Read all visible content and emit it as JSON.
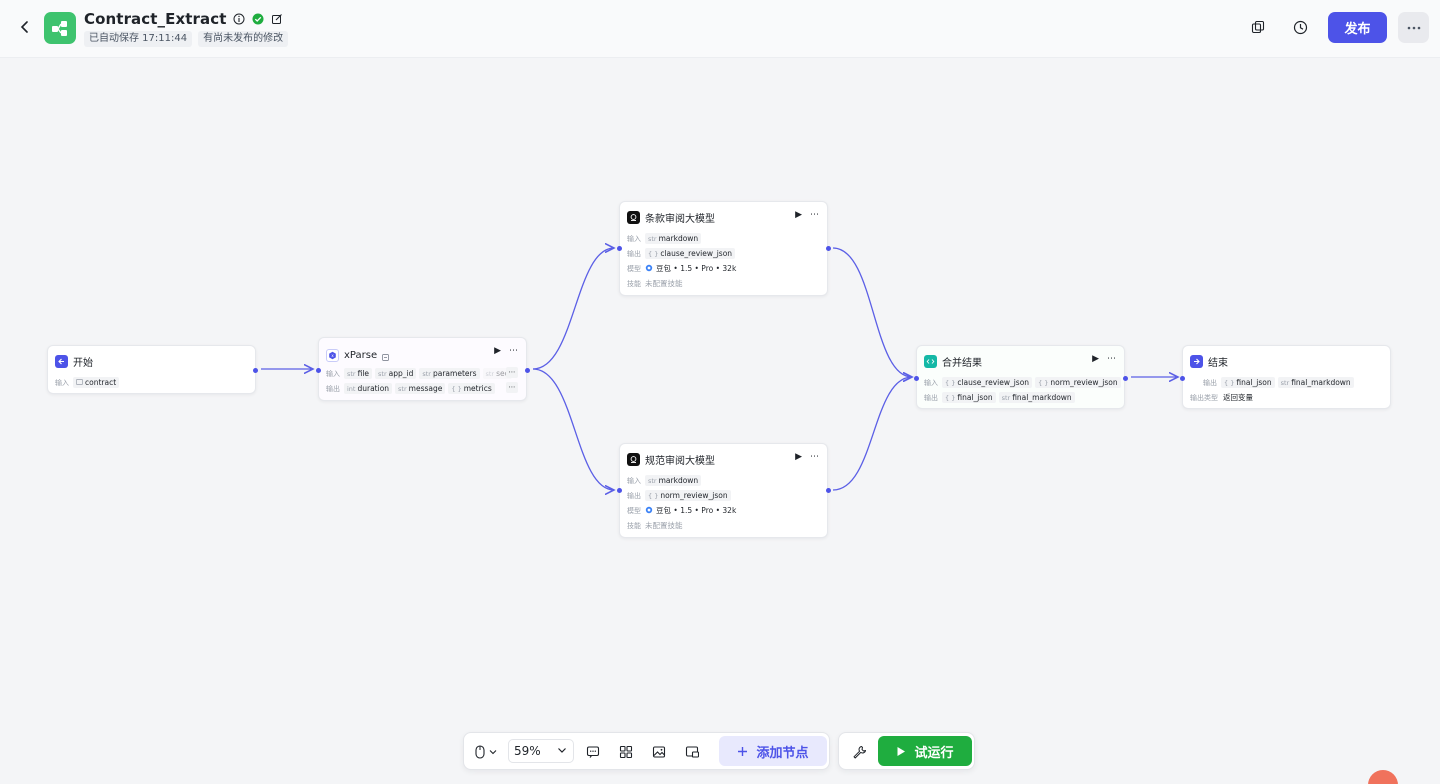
{
  "header": {
    "title": "Contract_Extract",
    "autosave": "已自动保存 17:11:44",
    "unpublished": "有尚未发布的修改",
    "publish_label": "发布"
  },
  "nodes": {
    "start": {
      "title": "开始",
      "input_label": "输入",
      "inputs": [
        "contract"
      ]
    },
    "xparse": {
      "title": "xParse",
      "input_label": "输入",
      "output_label": "输出",
      "inputs": [
        {
          "type": "str",
          "name": "file"
        },
        {
          "type": "str",
          "name": "app_id"
        },
        {
          "type": "str",
          "name": "parameters"
        },
        {
          "type": "str",
          "name": "sec"
        }
      ],
      "outputs": [
        {
          "type": "int",
          "name": "duration"
        },
        {
          "type": "str",
          "name": "message"
        },
        {
          "type": "{ }",
          "name": "metrics"
        }
      ]
    },
    "clause_llm": {
      "title": "条款审阅大模型",
      "input_label": "输入",
      "output_label": "输出",
      "model_label": "模型",
      "skill_label": "技能",
      "input_type": "str",
      "input_name": "markdown",
      "output_type": "{ }",
      "output_name": "clause_review_json",
      "model": "豆包 • 1.5 • Pro • 32k",
      "skill": "未配置技能"
    },
    "norm_llm": {
      "title": "规范审阅大模型",
      "input_label": "输入",
      "output_label": "输出",
      "model_label": "模型",
      "skill_label": "技能",
      "input_type": "str",
      "input_name": "markdown",
      "output_type": "{ }",
      "output_name": "norm_review_json",
      "model": "豆包 • 1.5 • Pro • 32k",
      "skill": "未配置技能"
    },
    "merge": {
      "title": "合并结果",
      "input_label": "输入",
      "output_label": "输出",
      "inputs": [
        {
          "type": "{ }",
          "name": "clause_review_json"
        },
        {
          "type": "{ }",
          "name": "norm_review_json"
        }
      ],
      "outputs": [
        {
          "type": "{ }",
          "name": "final_json"
        },
        {
          "type": "str",
          "name": "final_markdown"
        }
      ]
    },
    "end": {
      "title": "结束",
      "output_label": "输出",
      "output_type_label": "输出类型",
      "outputs": [
        {
          "type": "{ }",
          "name": "final_json"
        },
        {
          "type": "str",
          "name": "final_markdown"
        }
      ],
      "output_type": "返回变量"
    }
  },
  "toolbar": {
    "zoom": "59%",
    "add_node_label": "添加节点",
    "run_label": "试运行"
  },
  "colors": {
    "accent": "#4d53e8",
    "run_green": "#1fad3f",
    "app_icon": "#3ec36e",
    "edge": "#5b5fe6"
  }
}
